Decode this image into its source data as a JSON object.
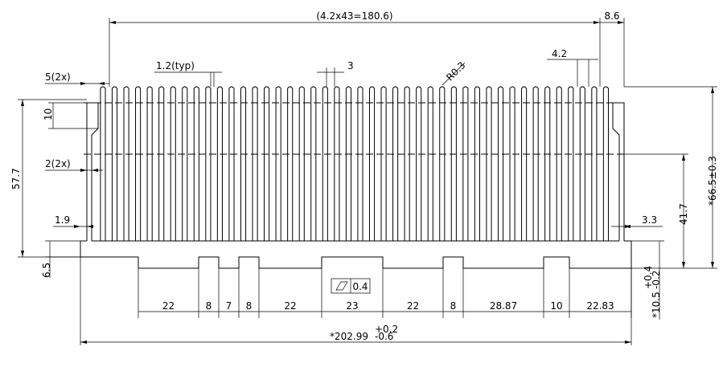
{
  "drawing": {
    "fin_pitch_label": "(4.2x43=180.6)",
    "right_end_label": "8.6",
    "fin_thk_label": "1.2(typ)",
    "gap_label": "3",
    "radius_label": "R0.3",
    "pitch_label": "4.2",
    "notch_top_label": "5(2x)",
    "notch_depth_label": "10",
    "notch_mid_label": "2(2x)",
    "height_label": "57.7",
    "step_left_label": "1.9",
    "step_right_label": "3.3",
    "fin_height_label": "41.7",
    "total_height_label": "*66.5±0.3",
    "base_label": "6.5",
    "flatness_value": "0.4",
    "base_thk_label": "*10.5",
    "base_thk_tol_upper": "+0.4",
    "base_thk_tol_lower": "-0.2",
    "width_label": "*202.99",
    "width_tol_upper": "+0.2",
    "width_tol_lower": "-0.6",
    "bottom_dims": [
      "22",
      "8",
      "7",
      "8",
      "22",
      "23",
      "22",
      "8",
      "28.87",
      "10",
      "22.83"
    ]
  }
}
